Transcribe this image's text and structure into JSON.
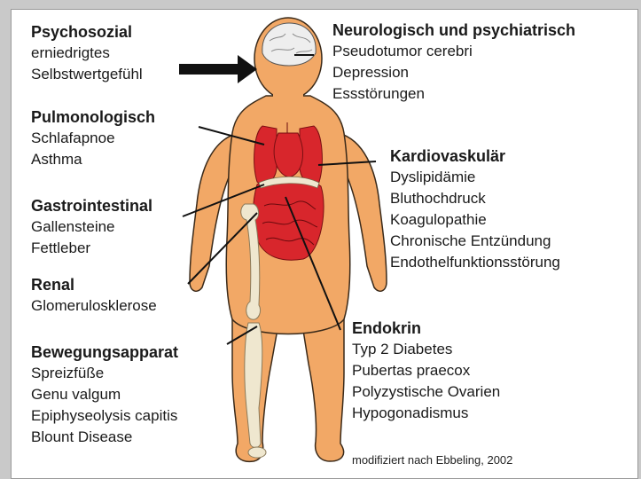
{
  "groups": {
    "psychosozial": {
      "title": "Psychosozial",
      "items": [
        "erniedrigtes",
        "Selbstwertgefühl"
      ]
    },
    "neuro": {
      "title": "Neurologisch und psychiatrisch",
      "items": [
        "Pseudotumor cerebri",
        "Depression",
        "Essstörungen"
      ]
    },
    "pulmo": {
      "title": "Pulmonologisch",
      "items": [
        "Schlafapnoe",
        "Asthma"
      ]
    },
    "kardio": {
      "title": "Kardiovaskulär",
      "items": [
        "Dyslipidämie",
        "Bluthochdruck",
        "Koagulopathie",
        "Chronische Entzündung",
        "Endothelfunktionsstörung"
      ]
    },
    "gastro": {
      "title": "Gastrointestinal",
      "items": [
        "Gallensteine",
        "Fettleber"
      ]
    },
    "renal": {
      "title": "Renal",
      "items": [
        "Glomerulosklerose"
      ]
    },
    "endokrin": {
      "title": "Endokrin",
      "items": [
        "Typ 2 Diabetes",
        "Pubertas praecox",
        "Polyzystische Ovarien",
        "Hypogonadismus"
      ]
    },
    "bewegung": {
      "title": "Bewegungsapparat",
      "items": [
        "Spreizfüße",
        "Genu valgum",
        "Epiphyseolysis capitis",
        "Blount Disease"
      ]
    }
  },
  "credit": "modifiziert nach Ebbeling, 2002",
  "colors": {
    "skin": "#f2a866",
    "skin_outline": "#3a2a1a",
    "organs": "#d8262c",
    "bone": "#efe7cf",
    "brain": "#eeeeee",
    "frame": "#c9c9c9"
  }
}
